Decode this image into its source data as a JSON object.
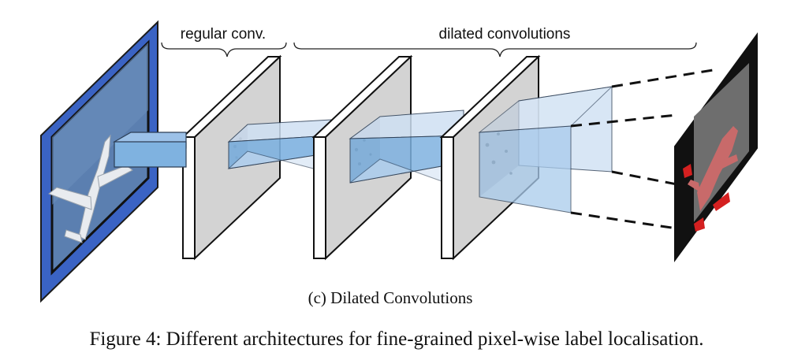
{
  "labels": {
    "regular": "regular conv.",
    "dilated": "dilated convolutions"
  },
  "subcaption": "(c) Dilated Convolutions",
  "caption": "Figure 4: Different architectures for fine-grained pixel-wise label localisation.",
  "colors": {
    "input_frame": "#3a63c4",
    "input_photo": "#5b7fb0",
    "layer_face": "#d3d3d3",
    "layer_front": "#ffffff",
    "volume_blue": "#7fb2e0",
    "volume_light": "#cfe0f3",
    "output_bg": "#6e6e6e",
    "output_segment": "#c86a6a",
    "output_red": "#d42020"
  }
}
